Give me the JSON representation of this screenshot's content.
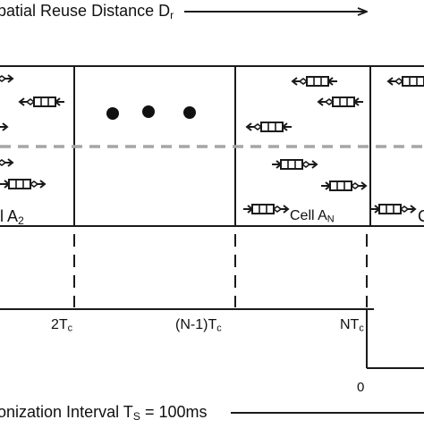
{
  "top_label": {
    "text": "patial Reuse Distance D",
    "sub": "r"
  },
  "bottom_label": {
    "text": "onization Interval T",
    "sub": "S",
    "suffix": " = 100ms"
  },
  "cells": {
    "left_label": {
      "text": "ll A",
      "sub": "2"
    },
    "right_label": {
      "text": "Cell A",
      "sub": "N"
    },
    "edge_label": {
      "text": "C"
    }
  },
  "ticks": [
    {
      "text": "2T",
      "sub": "c"
    },
    {
      "text": "(N-1)T",
      "sub": "c"
    },
    {
      "text": "NT",
      "sub": "c"
    }
  ],
  "origin_label": "0",
  "colors": {
    "line": "#1a1a1a",
    "dashed_separator": "#a6a6a6",
    "background": "#ffffff"
  },
  "icons": {
    "vehicle": "vehicle-icon",
    "ellipsis": "ellipsis-dots-icon"
  }
}
